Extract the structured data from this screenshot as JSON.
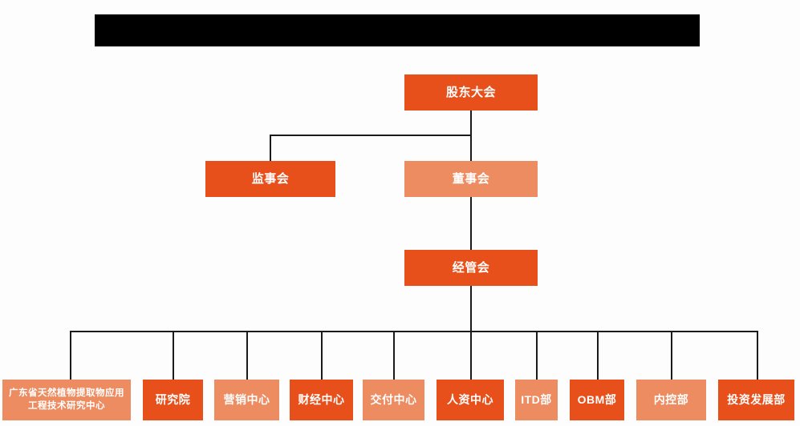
{
  "chart": {
    "type": "org-chart",
    "title_bar": {
      "name": "redacted-title-bar",
      "text": "",
      "color": "#000000",
      "note": "solid black redacted banner"
    },
    "colors": {
      "dark_orange": "#E8501B",
      "light_orange": "#ED8B61",
      "connector": "#1A1A1A",
      "background": "#FDFDFD",
      "text": "#FFFFFF"
    },
    "levels": [
      {
        "level": 1,
        "nodes": [
          {
            "id": "shareholders",
            "label": "股东大会",
            "fill": "dark"
          }
        ]
      },
      {
        "level": 2,
        "nodes": [
          {
            "id": "supervisors",
            "label": "监事会",
            "fill": "dark"
          },
          {
            "id": "directors",
            "label": "董事会",
            "fill": "light"
          }
        ]
      },
      {
        "level": 3,
        "nodes": [
          {
            "id": "management",
            "label": "经管会",
            "fill": "dark"
          }
        ]
      },
      {
        "level": 4,
        "nodes": [
          {
            "id": "dept-0",
            "label": "广东省天然植物提取物应用工程技术研究中心",
            "fill": "light"
          },
          {
            "id": "dept-1",
            "label": "研究院",
            "fill": "dark"
          },
          {
            "id": "dept-2",
            "label": "营销中心",
            "fill": "light"
          },
          {
            "id": "dept-3",
            "label": "财经中心",
            "fill": "dark"
          },
          {
            "id": "dept-4",
            "label": "交付中心",
            "fill": "light"
          },
          {
            "id": "dept-5",
            "label": "人资中心",
            "fill": "dark"
          },
          {
            "id": "dept-6",
            "label": "ITD部",
            "fill": "light"
          },
          {
            "id": "dept-7",
            "label": "OBM部",
            "fill": "dark"
          },
          {
            "id": "dept-8",
            "label": "内控部",
            "fill": "light"
          },
          {
            "id": "dept-9",
            "label": "投资发展部",
            "fill": "dark"
          }
        ]
      }
    ]
  }
}
